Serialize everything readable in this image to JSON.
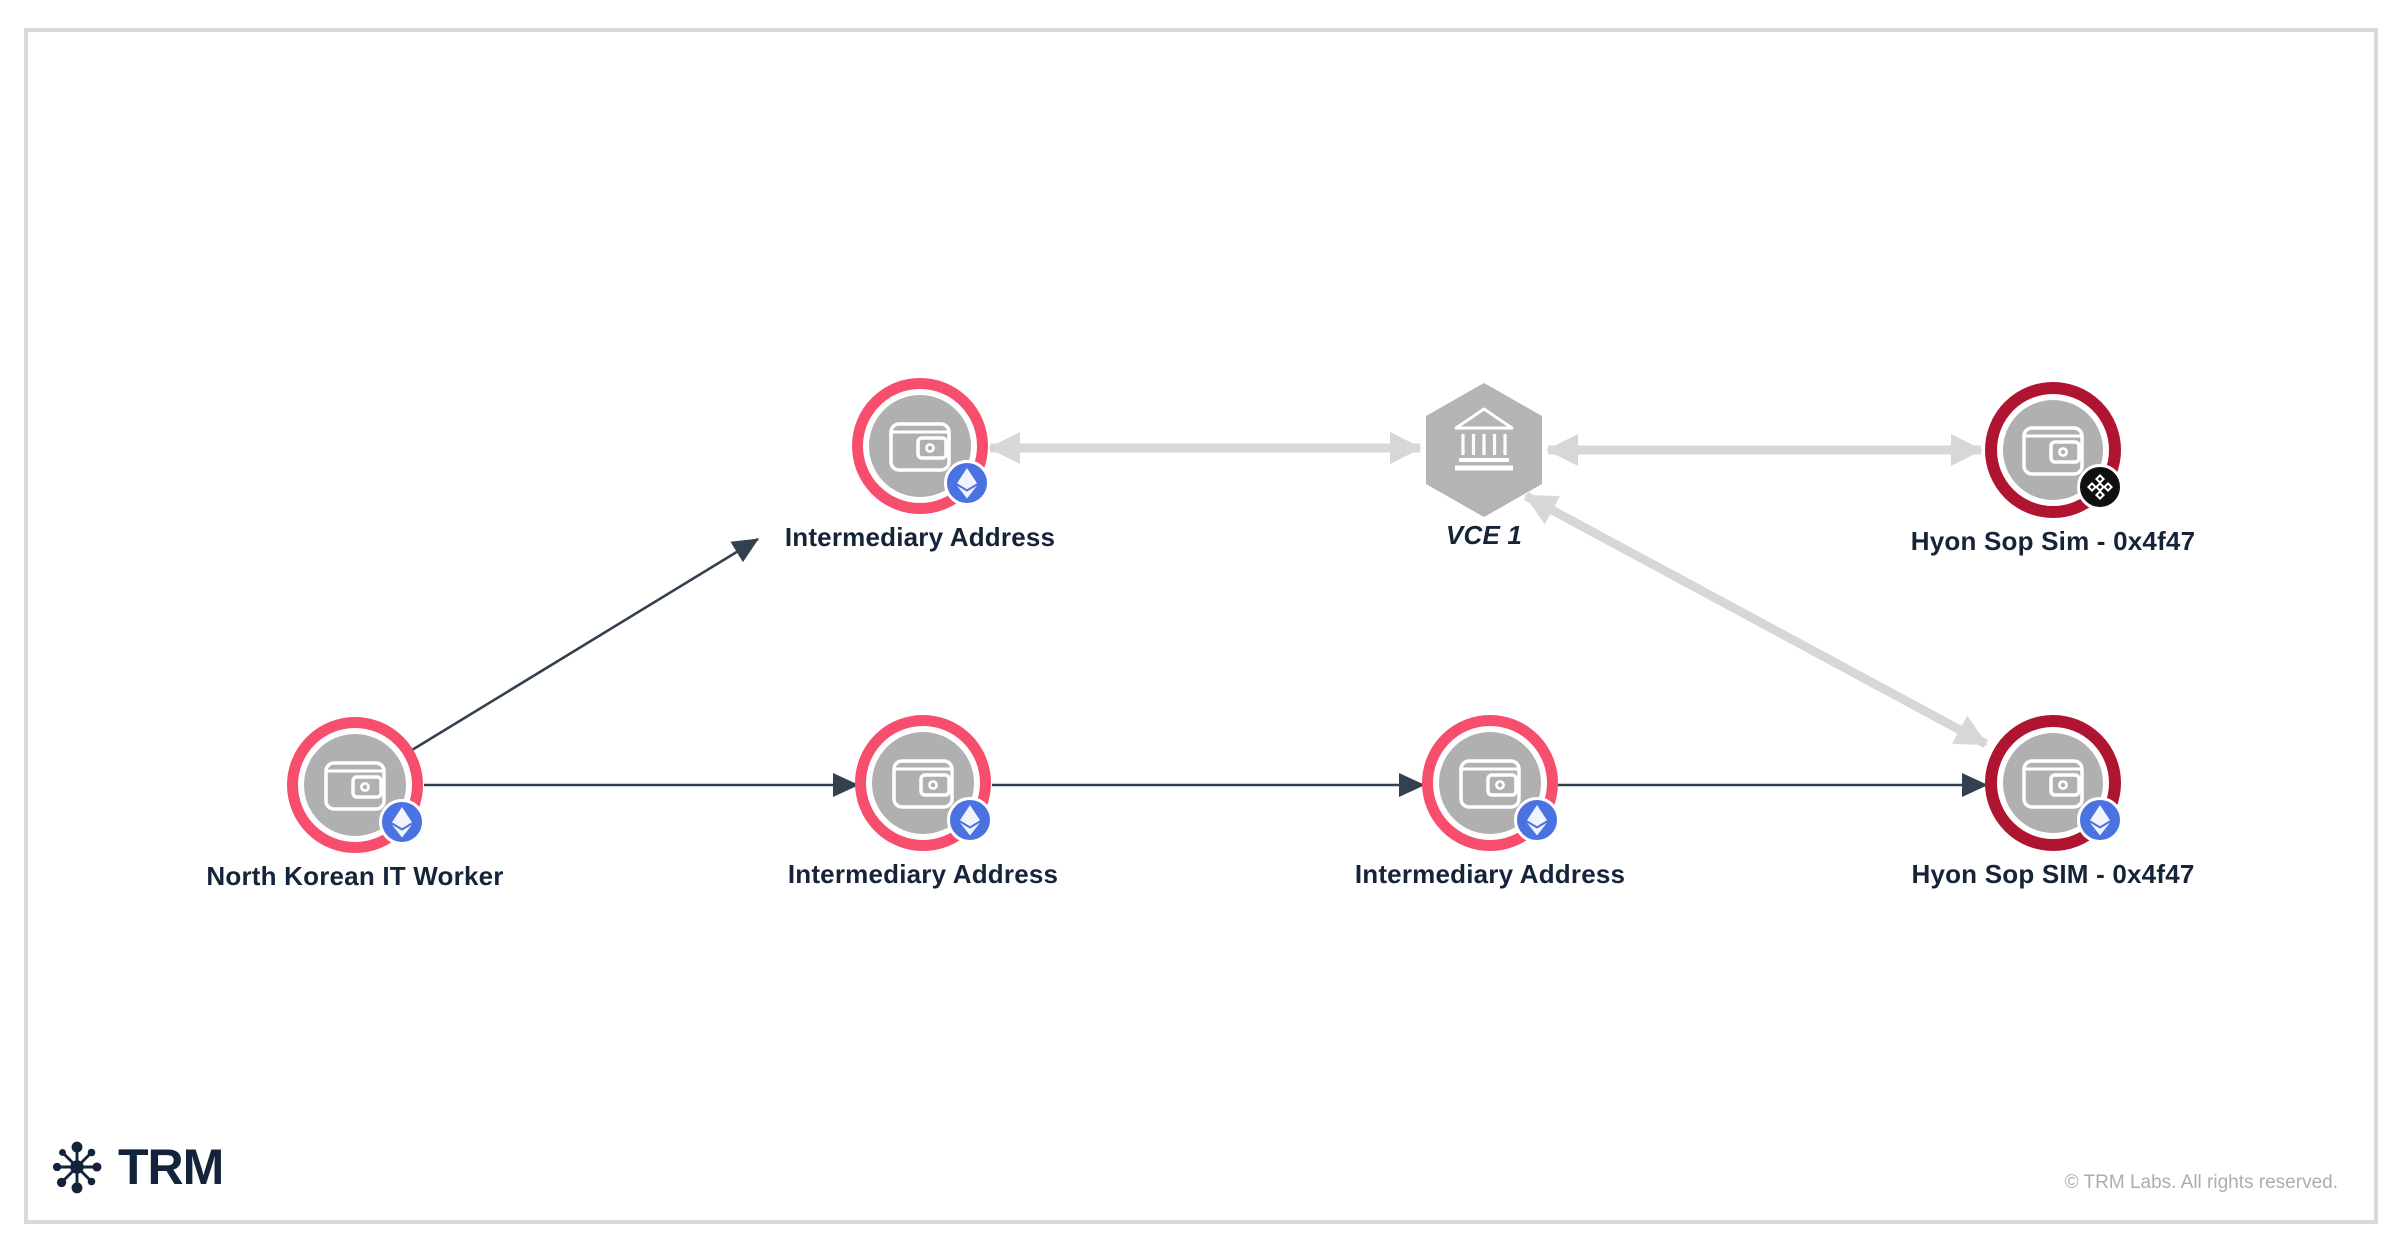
{
  "brand": {
    "name": "TRM"
  },
  "footer": {
    "copyright": "© TRM Labs. All rights reserved."
  },
  "graph": {
    "nodes": [
      {
        "id": "nk-worker",
        "label": "North Korean IT Worker",
        "type": "wallet",
        "ring_color": "#F64E6C",
        "badge": "ethereum"
      },
      {
        "id": "intermediary-top",
        "label": "Intermediary Address",
        "type": "wallet",
        "ring_color": "#F64E6C",
        "badge": "ethereum"
      },
      {
        "id": "intermediary-mid",
        "label": "Intermediary Address",
        "type": "wallet",
        "ring_color": "#F64E6C",
        "badge": "ethereum"
      },
      {
        "id": "intermediary-right",
        "label": "Intermediary Address",
        "type": "wallet",
        "ring_color": "#F64E6C",
        "badge": "ethereum"
      },
      {
        "id": "vce-1",
        "label": "VCE 1",
        "type": "exchange",
        "ring_color": null,
        "badge": null
      },
      {
        "id": "hyon-sop-top",
        "label": "Hyon Sop Sim - 0x4f47",
        "type": "wallet",
        "ring_color": "#AF1430",
        "badge": "bnb"
      },
      {
        "id": "hyon-sop-bottom",
        "label": "Hyon Sop SIM - 0x4f47",
        "type": "wallet",
        "ring_color": "#AF1430",
        "badge": "ethereum"
      }
    ],
    "edges": [
      {
        "from": "nk-worker",
        "to": "intermediary-top",
        "style": "dark-thin",
        "direction": "one-way"
      },
      {
        "from": "nk-worker",
        "to": "intermediary-mid",
        "style": "dark-thin",
        "direction": "one-way"
      },
      {
        "from": "intermediary-mid",
        "to": "intermediary-right",
        "style": "dark-thin",
        "direction": "one-way"
      },
      {
        "from": "intermediary-right",
        "to": "hyon-sop-bottom",
        "style": "dark-thin",
        "direction": "one-way"
      },
      {
        "from": "intermediary-top",
        "to": "vce-1",
        "style": "gray-thick",
        "direction": "two-way"
      },
      {
        "from": "vce-1",
        "to": "hyon-sop-top",
        "style": "gray-thick",
        "direction": "two-way"
      },
      {
        "from": "vce-1",
        "to": "hyon-sop-bottom",
        "style": "gray-thick",
        "direction": "two-way"
      }
    ],
    "colors": {
      "high_risk_ring": "#F64E6C",
      "severe_risk_ring": "#AF1430",
      "entity_gray": "#B0B0B0",
      "edge_dark": "#33404f",
      "edge_gray": "#d7d7d7",
      "eth_badge_blue": "#4A72E0",
      "bnb_badge_black": "#101010",
      "label_navy": "#16243A"
    }
  }
}
